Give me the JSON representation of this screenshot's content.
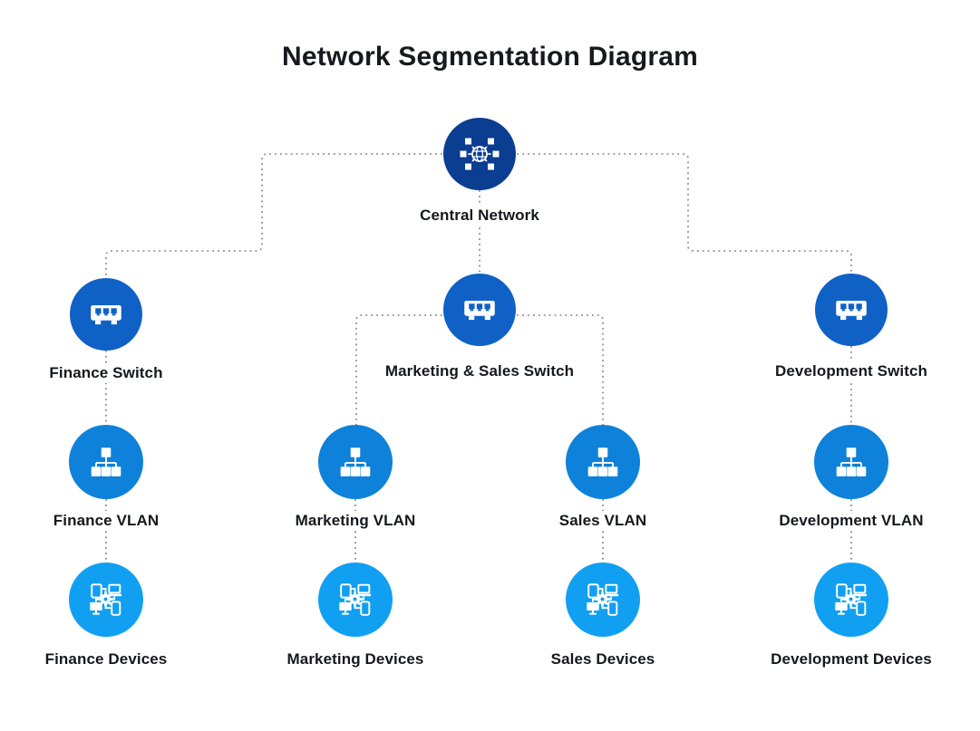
{
  "title": "Network Segmentation Diagram",
  "colors": {
    "central": "#0b3d91",
    "switch": "#0f61c6",
    "vlan": "#0e82da",
    "devices": "#11a0f1",
    "connector": "#8e8e8e",
    "text": "#15181c"
  },
  "nodes": {
    "central": {
      "label": "Central Network",
      "icon": "network-globe-icon"
    },
    "finance_switch": {
      "label": "Finance Switch",
      "icon": "network-switch-icon"
    },
    "marketing_sales_switch": {
      "label": "Marketing & Sales Switch",
      "icon": "network-switch-icon"
    },
    "development_switch": {
      "label": "Development Switch",
      "icon": "network-switch-icon"
    },
    "finance_vlan": {
      "label": "Finance VLAN",
      "icon": "vlan-tree-icon"
    },
    "marketing_vlan": {
      "label": "Marketing VLAN",
      "icon": "vlan-tree-icon"
    },
    "sales_vlan": {
      "label": "Sales VLAN",
      "icon": "vlan-tree-icon"
    },
    "development_vlan": {
      "label": "Development VLAN",
      "icon": "vlan-tree-icon"
    },
    "finance_devices": {
      "label": "Finance Devices",
      "icon": "connected-devices-icon"
    },
    "marketing_devices": {
      "label": "Marketing Devices",
      "icon": "connected-devices-icon"
    },
    "sales_devices": {
      "label": "Sales Devices",
      "icon": "connected-devices-icon"
    },
    "development_devices": {
      "label": "Development Devices",
      "icon": "connected-devices-icon"
    }
  },
  "edges": [
    {
      "from": "Central Network",
      "to": "Finance Switch"
    },
    {
      "from": "Central Network",
      "to": "Marketing & Sales Switch"
    },
    {
      "from": "Central Network",
      "to": "Development Switch"
    },
    {
      "from": "Finance Switch",
      "to": "Finance VLAN"
    },
    {
      "from": "Marketing & Sales Switch",
      "to": "Marketing VLAN"
    },
    {
      "from": "Marketing & Sales Switch",
      "to": "Sales VLAN"
    },
    {
      "from": "Development Switch",
      "to": "Development VLAN"
    },
    {
      "from": "Finance VLAN",
      "to": "Finance Devices"
    },
    {
      "from": "Marketing VLAN",
      "to": "Marketing Devices"
    },
    {
      "from": "Sales VLAN",
      "to": "Sales Devices"
    },
    {
      "from": "Development VLAN",
      "to": "Development Devices"
    }
  ]
}
